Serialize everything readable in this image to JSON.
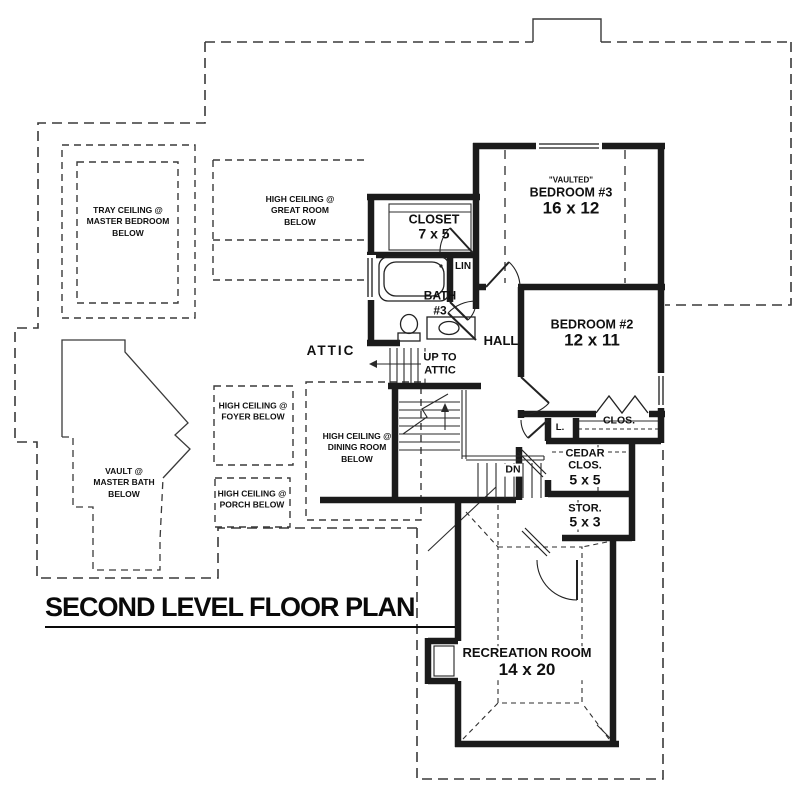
{
  "title": {
    "text": "SECOND LEVEL FLOOR PLAN"
  },
  "rooms": {
    "closet": {
      "name": "CLOSET",
      "size": "7 x 5"
    },
    "bedroom3": {
      "tag": "\"VAULTED\"",
      "name": "BEDROOM #3",
      "size": "16 x 12"
    },
    "lin": {
      "name": "LIN"
    },
    "bath3": {
      "name": "BATH\n#3"
    },
    "hall": {
      "name": "HALL"
    },
    "attic": {
      "name": "ATTIC"
    },
    "up_to_attic": {
      "name": "UP TO\nATTIC"
    },
    "dn": {
      "name": "DN"
    },
    "bedroom2": {
      "name": "BEDROOM #2",
      "size": "12 x 11"
    },
    "clos": {
      "name": "CLOS."
    },
    "linen2": {
      "name": "L."
    },
    "cedar": {
      "name": "CEDAR\nCLOS.",
      "size": "5 x 5"
    },
    "stor": {
      "name": "STOR.",
      "size": "5 x 3"
    },
    "recreation": {
      "name": "RECREATION ROOM",
      "size": "14 x 20"
    }
  },
  "ceiling_notes": {
    "tray": "TRAY CEILING @\nMASTER BEDROOM\nBELOW",
    "great": "HIGH CEILING @\nGREAT ROOM\nBELOW",
    "foyer": "HIGH CEILING @\nFOYER BELOW",
    "dining": "HIGH CEILING @\nDINING ROOM\nBELOW",
    "porch": "HIGH CEILING @\nPORCH BELOW",
    "vault": "VAULT @\nMASTER BATH\nBELOW"
  },
  "colors": {
    "wall": "#1b1b1b",
    "dashed_line": "#3a3a3a",
    "background": "#ffffff"
  }
}
